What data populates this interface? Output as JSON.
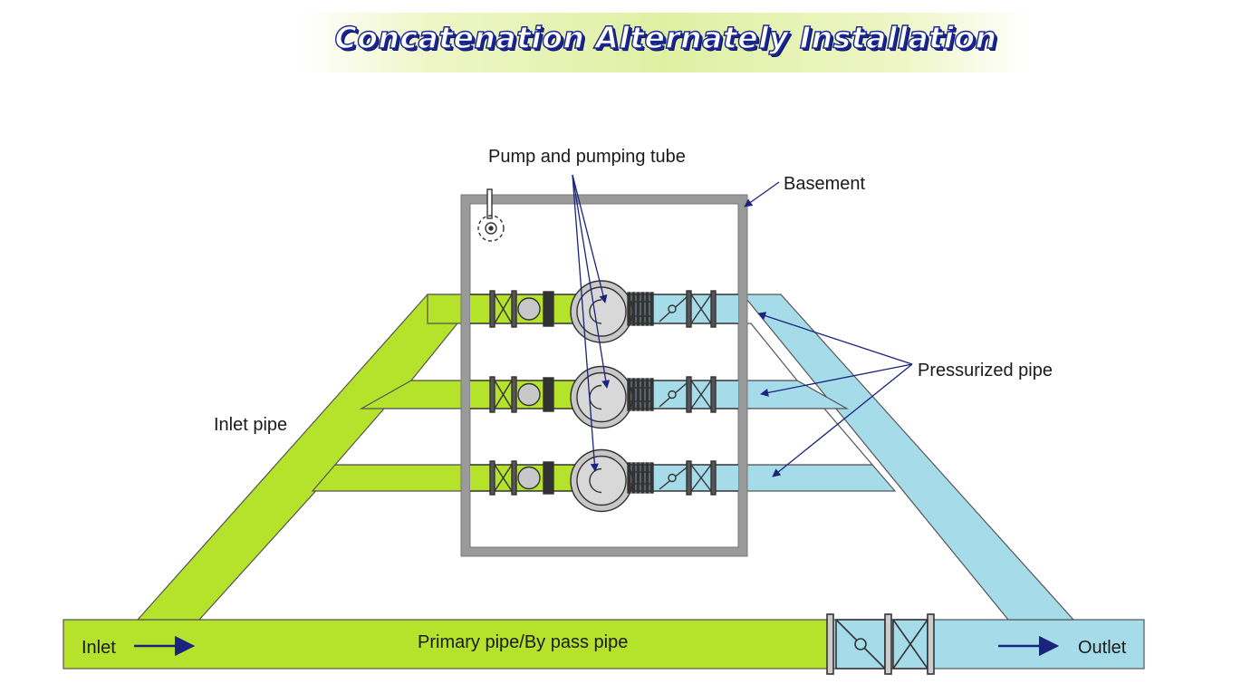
{
  "title": "Concatenation Alternately Installation",
  "labels": {
    "pump": "Pump and pumping tube",
    "basement": "Basement",
    "pressurized": "Pressurized pipe",
    "inlet_pipe": "Inlet pipe",
    "inlet": "Inlet",
    "primary": "Primary  pipe/By pass pipe",
    "outlet": "Outlet"
  },
  "colors": {
    "inlet_green": "#b5e22a",
    "outlet_blue": "#a6dcea",
    "basement_gray": "#9a9a9a",
    "arrow_navy": "#1a237e",
    "title_navy": "#1a2690"
  },
  "pump_units": 3
}
